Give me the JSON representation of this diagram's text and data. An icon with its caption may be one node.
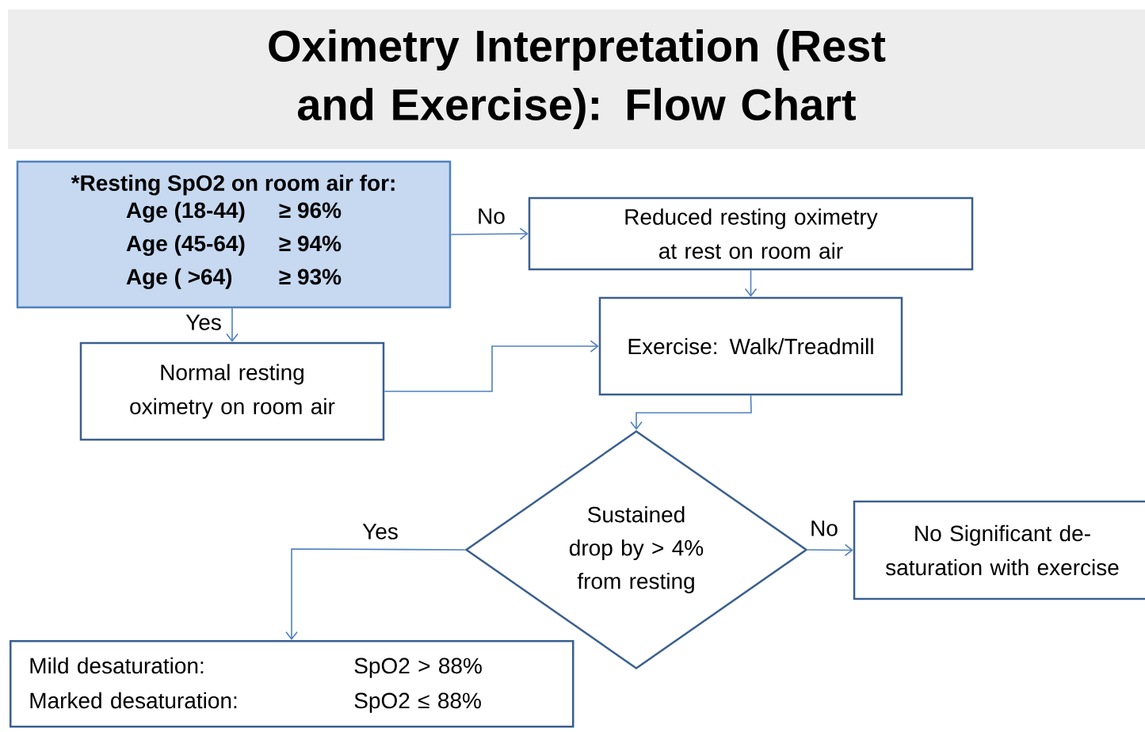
{
  "diagram": {
    "title": "Oximetry Interpretation (Rest and Exercise): Flow Chart",
    "nodes": [
      {
        "text": [
          "*Resting SpO2 on room air for:",
          "Age (18-44)",
          "≥ 96%",
          "Age (45-64)",
          "≥ 94%",
          "Age ( >64)",
          "≥ 93%"
        ]
      },
      {
        "text": [
          "Reduced resting oximetry at rest on room air"
        ]
      },
      {
        "text": [
          "Normal resting oximetry on room air"
        ]
      },
      {
        "text": [
          "Exercise: Walk/Treadmill"
        ]
      },
      {
        "text": [
          "Sustained drop by > 4% from resting"
        ]
      },
      {
        "text": [
          "No Significant de-saturation with exercise"
        ]
      },
      {
        "text": [
          "Mild desaturation:",
          "SpO2 > 88%",
          "Marked desaturation:",
          "SpO2 ≤ 88%"
        ]
      }
    ],
    "edges": [
      {
        "from": 0,
        "to": 1,
        "arrow": "to",
        "label": "No"
      },
      {
        "from": 0,
        "to": 2,
        "arrow": "to",
        "label": "Yes"
      },
      {
        "from": 1,
        "to": 3,
        "arrow": "to"
      },
      {
        "from": 2,
        "to": 3,
        "arrow": "to"
      },
      {
        "from": 3,
        "to": 4,
        "arrow": "to"
      },
      {
        "from": 4,
        "to": 5,
        "arrow": "to",
        "label": "No"
      },
      {
        "from": 4,
        "to": 6,
        "arrow": "to",
        "label": "Yes"
      }
    ]
  }
}
